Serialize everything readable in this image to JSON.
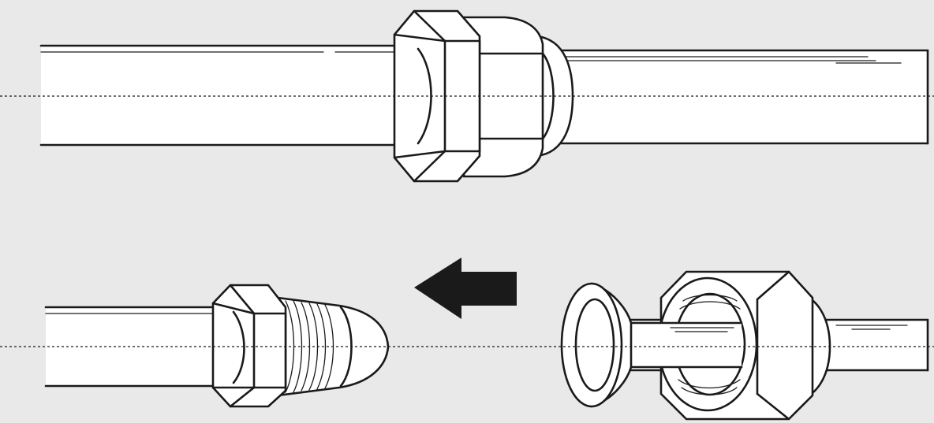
{
  "figure": {
    "background": "#e9e9e9",
    "line_color": "#1a1a1a",
    "fill_color": "#ffffff",
    "top_row": {
      "label": "",
      "parts": [
        "left-tube",
        "hex-nut",
        "flare-nut",
        "right-tube"
      ]
    },
    "bottom_row": {
      "label": "",
      "parts": [
        "male-tube",
        "male-fitting-hex",
        "threaded-cone",
        "flared-tube-end",
        "female-flare-nut",
        "tube"
      ]
    },
    "arrow": {
      "direction": "left",
      "icon": "arrow-left-icon"
    }
  }
}
